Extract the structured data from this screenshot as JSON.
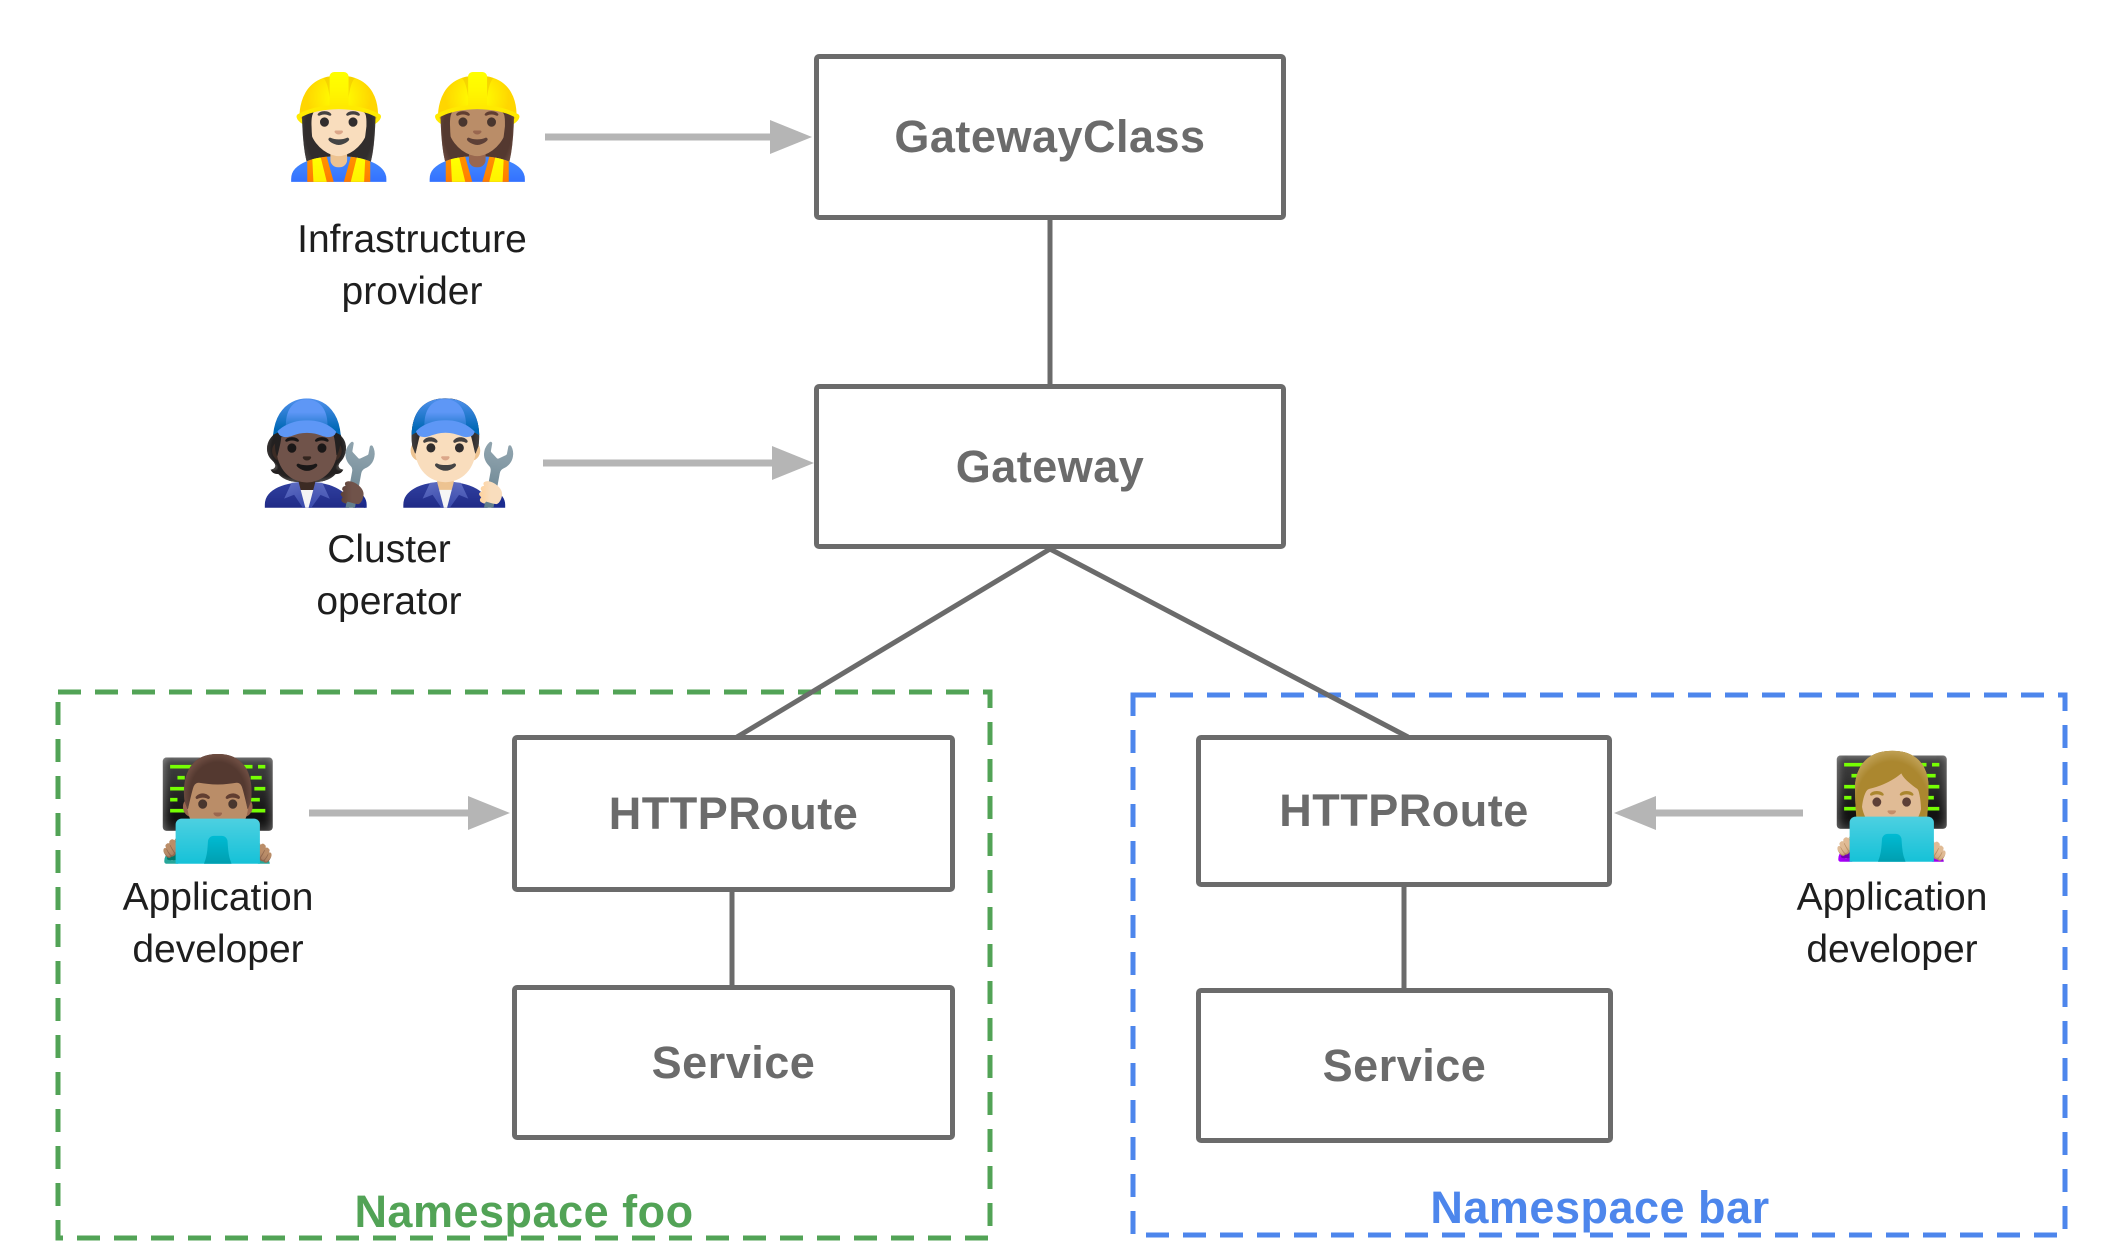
{
  "diagram": {
    "background": "#ffffff",
    "colors": {
      "node_border": "#6b6b6b",
      "node_text": "#6b6b6b",
      "connector_line": "#6b6b6b",
      "arrow": "#b5b5b5",
      "namespace_foo": "#52a356",
      "namespace_bar": "#4d86ec",
      "actor_text": "#1e1e1e"
    },
    "nodes": [
      {
        "id": "gatewayclass",
        "label": "GatewayClass"
      },
      {
        "id": "gateway",
        "label": "Gateway"
      },
      {
        "id": "httproute-foo",
        "label": "HTTPRoute"
      },
      {
        "id": "service-foo",
        "label": "Service"
      },
      {
        "id": "httproute-bar",
        "label": "HTTPRoute"
      },
      {
        "id": "service-bar",
        "label": "Service"
      }
    ],
    "namespaces": [
      {
        "id": "foo",
        "label": "Namespace foo",
        "color": "#52a356"
      },
      {
        "id": "bar",
        "label": "Namespace bar",
        "color": "#4d86ec"
      }
    ],
    "actors": [
      {
        "id": "infrastructure-provider",
        "emojis": [
          "👷🏻‍♀️",
          "👷🏽‍♀️"
        ],
        "label_lines": [
          "Infrastructure",
          "provider"
        ]
      },
      {
        "id": "cluster-operator",
        "emojis": [
          "🧑🏿‍🔧",
          "👨🏻‍🔧"
        ],
        "label_lines": [
          "Cluster",
          "operator"
        ]
      },
      {
        "id": "application-developer-foo",
        "emojis": [
          "👨🏽‍💻"
        ],
        "label_lines": [
          "Application",
          "developer"
        ]
      },
      {
        "id": "application-developer-bar",
        "emojis": [
          "👩🏼‍💻"
        ],
        "label_lines": [
          "Application",
          "developer"
        ]
      }
    ]
  }
}
